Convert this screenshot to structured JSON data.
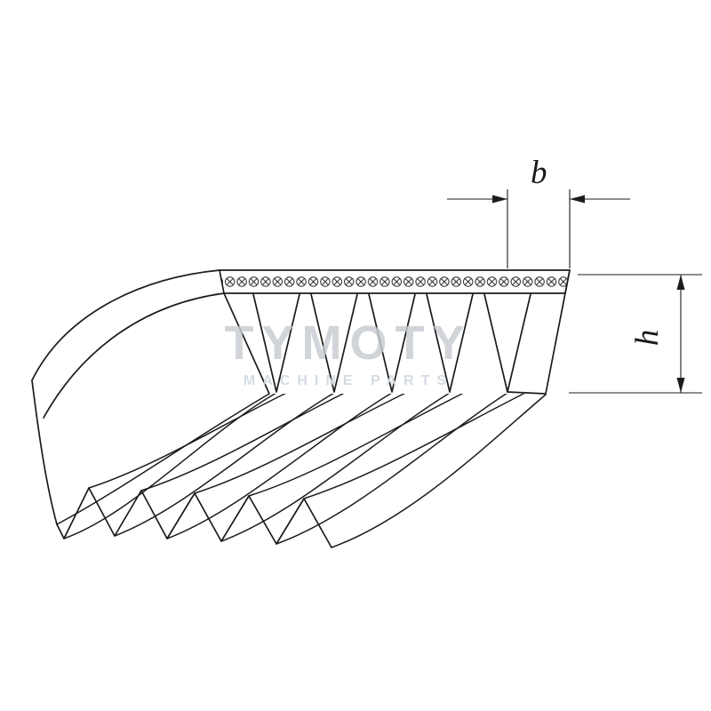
{
  "diagram": {
    "type": "technical-drawing",
    "subject": "poly-v ribbed belt cross-section",
    "dim_b_label": "b",
    "dim_h_label": "h",
    "line_color": "#1b1b1b",
    "background_color": "#ffffff",
    "rib_count_front_face": 5,
    "rib_tip_count_cut_end": 6,
    "hatch_pattern": "circled-x-row"
  },
  "watermark": {
    "title": "TYMOTY",
    "subtitle": "MACHINE PARTS",
    "color": "#c7ccd1"
  }
}
